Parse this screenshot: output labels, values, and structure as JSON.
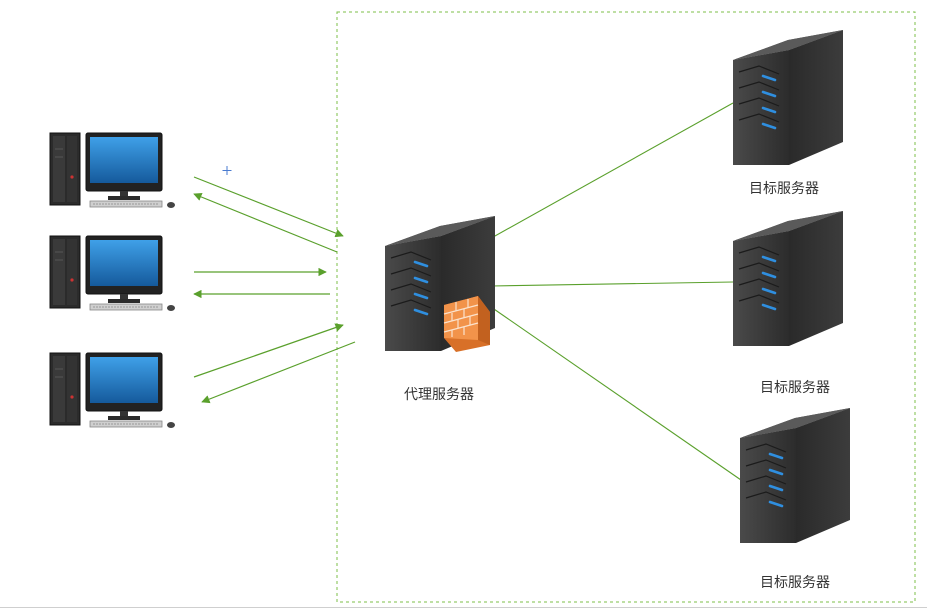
{
  "diagram": {
    "proxy_label": "代理服务器",
    "target_labels": [
      "目标服务器",
      "目标服务器",
      "目标服务器"
    ],
    "colors": {
      "line": "#5aa02c",
      "frame": "#7cbf4a",
      "server_body": "#3a3a3a",
      "server_light": "#2f8fe0",
      "monitor_screen": "#1e6fb8",
      "firewall": "#e8893a"
    },
    "icons": [
      "desktop-computer-icon",
      "server-icon",
      "firewall-icon"
    ]
  }
}
